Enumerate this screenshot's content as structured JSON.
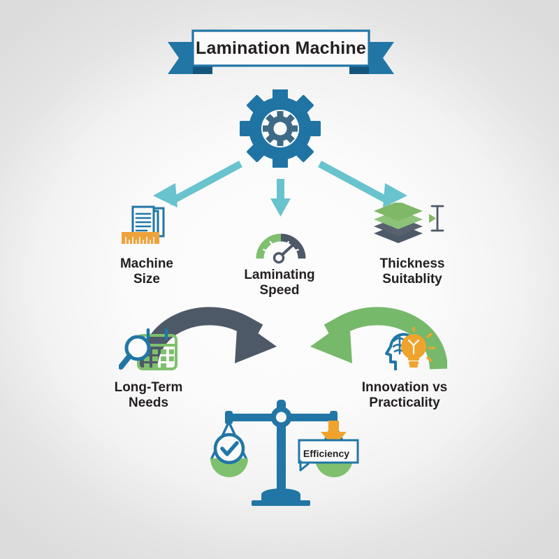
{
  "title": {
    "text": "Lamination Machine"
  },
  "central": {
    "icon": "gear-icon",
    "label": ""
  },
  "branches": [
    {
      "id": "machine-size",
      "label": "Machine\nSize",
      "icon": "documents-ruler-icon",
      "arrow": "arrow-down-left"
    },
    {
      "id": "laminating-speed",
      "label": "Laminating\nSpeed",
      "icon": "speed-gauge-icon",
      "arrow": "arrow-down"
    },
    {
      "id": "thickness-suitablity",
      "label": "Thickness\nSuitablity",
      "icon": "layers-thickness-icon",
      "arrow": "arrow-down-right"
    }
  ],
  "considerations": [
    {
      "id": "long-term-needs",
      "label": "Long-Term\nNeeds",
      "icon": "calendar-magnifier-icon",
      "arrow": "curved-arrow-dark"
    },
    {
      "id": "innovation-vs-practicality",
      "label": "Innovation vs\nPracticality",
      "icon": "head-lightbulb-icon",
      "arrow": "curved-arrow-green"
    }
  ],
  "outcome": {
    "id": "balance-scale",
    "icon": "balance-scale-icon",
    "left_pan": {
      "icon": "checkmark-circle-icon"
    },
    "right_pan": {
      "icon": "down-arrow-icon",
      "tag": "Efficiency"
    }
  },
  "colors": {
    "brand_blue": "#2176a6",
    "gear_blue": "#1f74a4",
    "gear_inner": "#3d6a85",
    "teal_arrow": "#68c3ce",
    "slate_arrow": "#4e5968",
    "green_arrow": "#76b96a",
    "green_light": "#7fc06e",
    "green_mid": "#8cc378",
    "orange": "#f0a32c",
    "orange_ruler": "#eea23a",
    "text_dark": "#231f20",
    "background_edge": "#dcdcdc",
    "background_center": "#fcfcfc"
  }
}
